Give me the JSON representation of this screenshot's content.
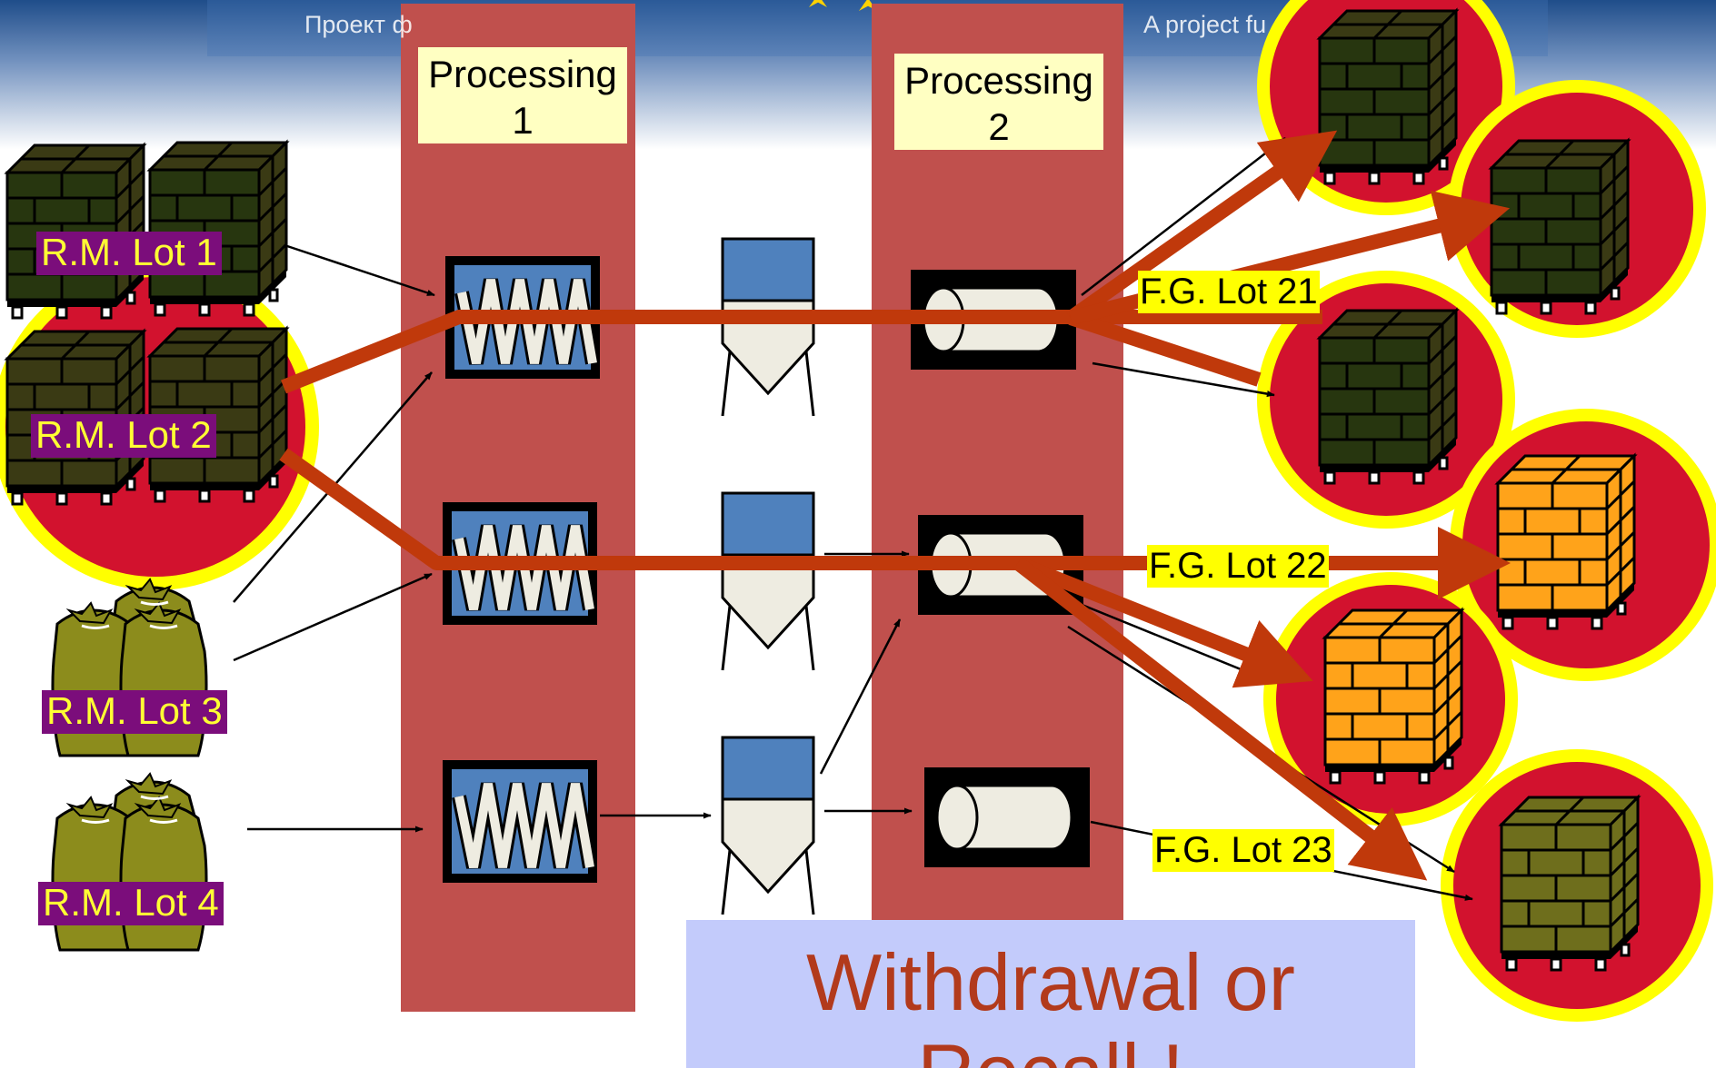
{
  "banner": {
    "left_text": "Проект ф",
    "right_text": "A project fu"
  },
  "processing": [
    {
      "line1": "Processing",
      "line2": "1"
    },
    {
      "line1": "Processing",
      "line2": "2"
    }
  ],
  "raw_material_lots": [
    "R.M. Lot 1",
    "R.M. Lot 2",
    "R.M. Lot 3",
    "R.M. Lot 4"
  ],
  "finished_good_lots": [
    "F.G. Lot 21",
    "F.G. Lot 22",
    "F.G. Lot 23"
  ],
  "callout": {
    "line1": "Withdrawal or",
    "line2": "Recall !"
  },
  "colors": {
    "processing_column": "#c0504d",
    "trace_arrow": "#c0390b",
    "recall_circle": "#d2122e",
    "recall_ring": "#ffff00",
    "crate_dark": "#3a3a14",
    "crate_orange": "#ffa31a",
    "crate_olive": "#6e6e1c",
    "sack_olive": "#8c8c1c",
    "equipment_blue": "#4f81bd",
    "callout_background": "#c3cbfb",
    "callout_text": "#b23a1c"
  },
  "icons": [
    "pallet-crate-icon",
    "sack-icon",
    "mixer-coil-icon",
    "silo-icon",
    "drum-icon"
  ]
}
